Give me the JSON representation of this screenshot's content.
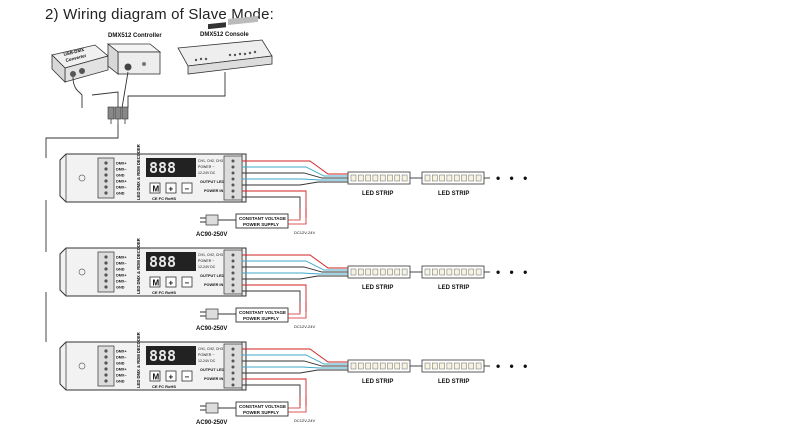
{
  "title": "2) Wiring diagram of Slave Mode:",
  "sources": {
    "usb_dmx": {
      "line1": "USB-DMX",
      "line2": "Converter"
    },
    "dmx_controller": "DMX512 Controller",
    "dmx_console": "DMX512 Console"
  },
  "decoder": {
    "display": "888",
    "buttons": [
      "M",
      "+",
      "−"
    ],
    "product_name": "LED DMX & RDM DECODER",
    "cert": "CE FC RoHS",
    "dmx_terms": [
      "DMX+",
      "DMX−",
      "GND",
      "DMX+",
      "DMX−",
      "GND"
    ],
    "out_labels": [
      "OUTPUT LED+",
      "POWER IN"
    ],
    "out_sub": [
      "CH1, CH2, CH3",
      "POWER −",
      "12-24V DC"
    ],
    "units": [
      {
        "strip1": "LED STRIP",
        "strip2": "LED STRIP",
        "ac": "AC90-250V",
        "ps_line1": "CONSTANT VOLTAGE",
        "ps_line2": "POWER SUPPLY",
        "dc": "DC12V-24V"
      },
      {
        "strip1": "LED STRIP",
        "strip2": "LED STRIP",
        "ac": "AC90-250V",
        "ps_line1": "CONSTANT VOLTAGE",
        "ps_line2": "POWER SUPPLY",
        "dc": "DC12V-24V"
      },
      {
        "strip1": "LED STRIP",
        "strip2": "LED STRIP",
        "ac": "AC90-250V",
        "ps_line1": "CONSTANT VOLTAGE",
        "ps_line2": "POWER SUPPLY",
        "dc": "DC12V-24V"
      }
    ]
  },
  "continuation": "• • •",
  "colors": {
    "wire": "#333333",
    "red_wire": "#d22222",
    "cyan_wire": "#3fa8c9",
    "display_bg": "#222222",
    "device_fill": "#f2f2f2"
  }
}
